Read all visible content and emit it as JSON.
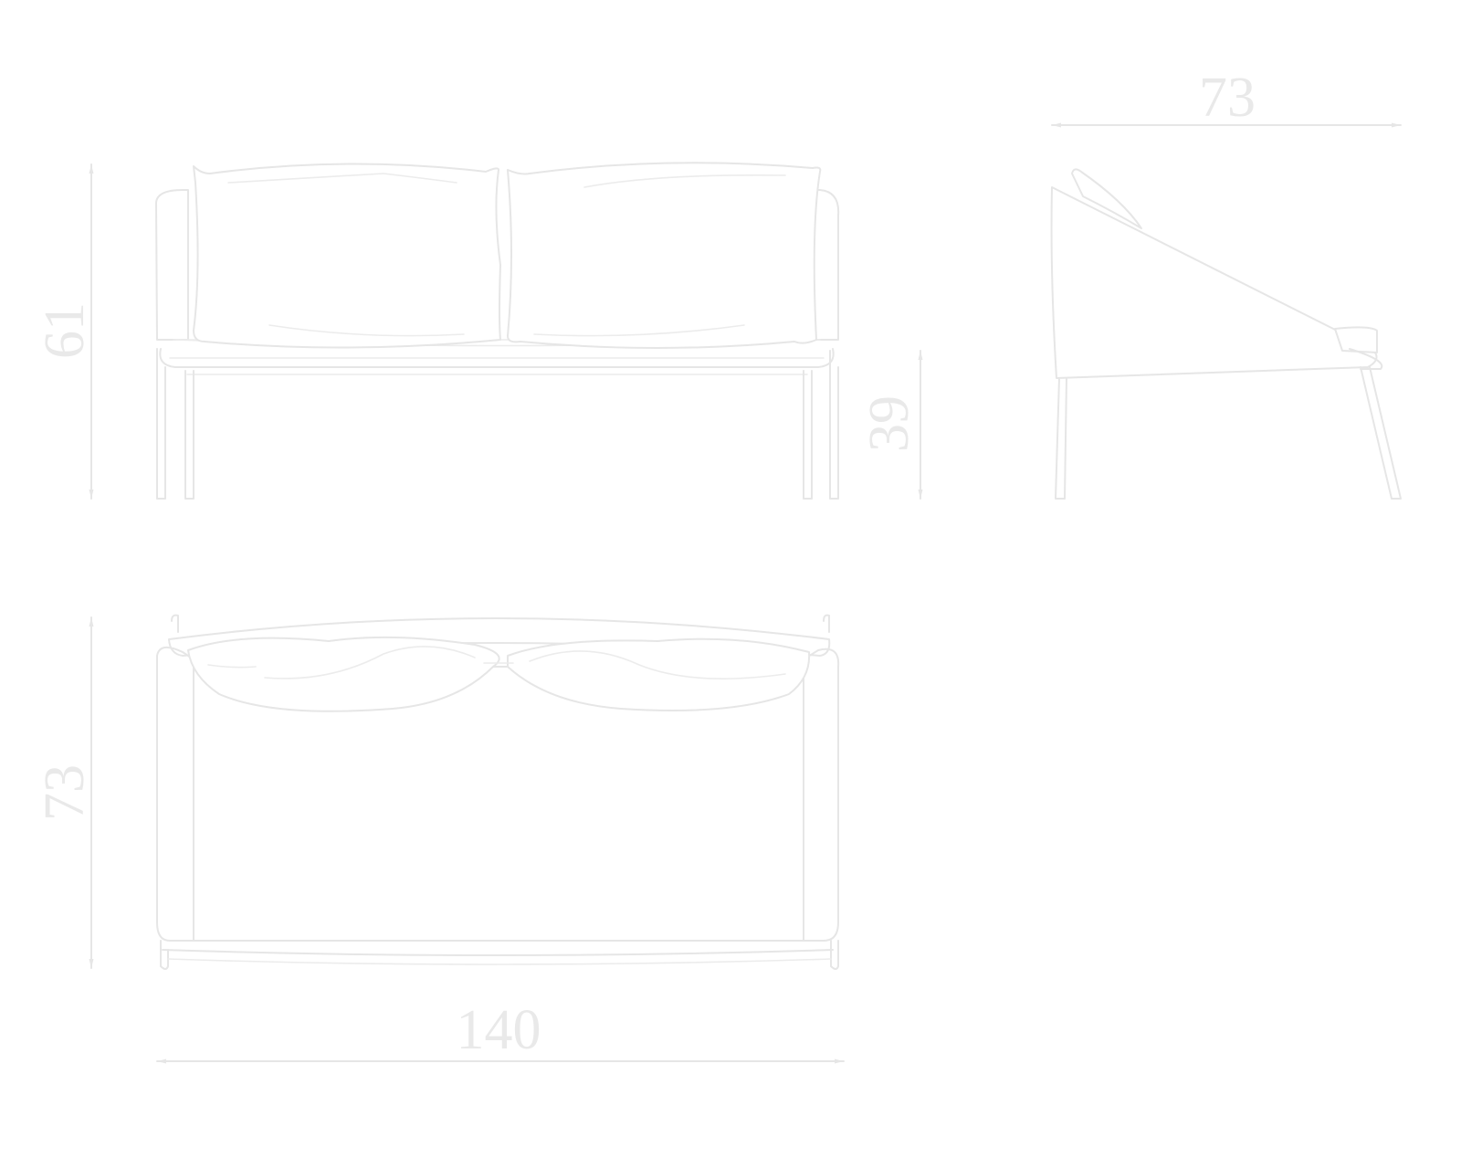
{
  "dimensions": {
    "front_height": "61",
    "seat_height": "39",
    "side_depth": "73",
    "plan_depth": "73",
    "overall_width": "140"
  },
  "colors": {
    "background": "#ffffff",
    "line": "#e6e6e6",
    "text": "#e9e9e9"
  }
}
